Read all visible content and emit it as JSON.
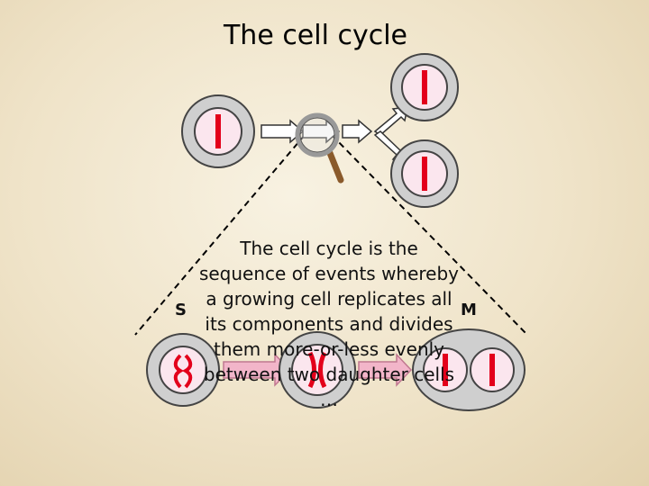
{
  "slide": {
    "title": "The cell cycle",
    "body_lines": [
      "The cell cycle is the",
      "sequence of events whereby",
      "a growing cell replicates all",
      "its components and divides",
      "them more-or-less evenly",
      "between two daughter cells",
      "…"
    ],
    "phase_labels": {
      "s": "S",
      "m": "M"
    }
  },
  "colors": {
    "cell_outer": "#d9d9d9",
    "cell_inner": "#fbe6ee",
    "chromosome": "#e3001b",
    "arrow_fill": "#f2b5c9",
    "dashed_line": "#000000"
  }
}
